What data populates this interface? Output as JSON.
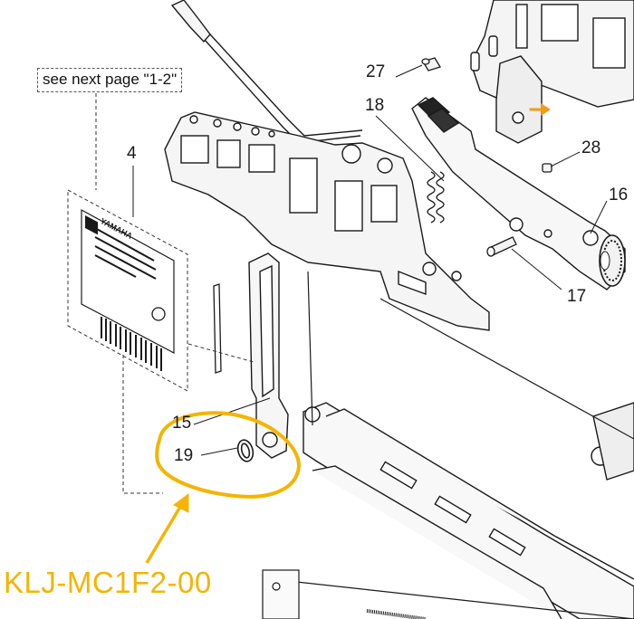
{
  "reference_note": "see next page \"1-2\"",
  "callouts": {
    "p4": "4",
    "p15": "15",
    "p16": "16",
    "p17": "17",
    "p18": "18",
    "p19": "19",
    "p27": "27",
    "p28": "28"
  },
  "model_code": "KLJ-MC1F2-00",
  "label_plate": {
    "brand": "YAMAHA"
  },
  "colors": {
    "highlight": "#f5b400",
    "linework": "#1a1a1a",
    "direction_arrow": "#f39c12"
  }
}
